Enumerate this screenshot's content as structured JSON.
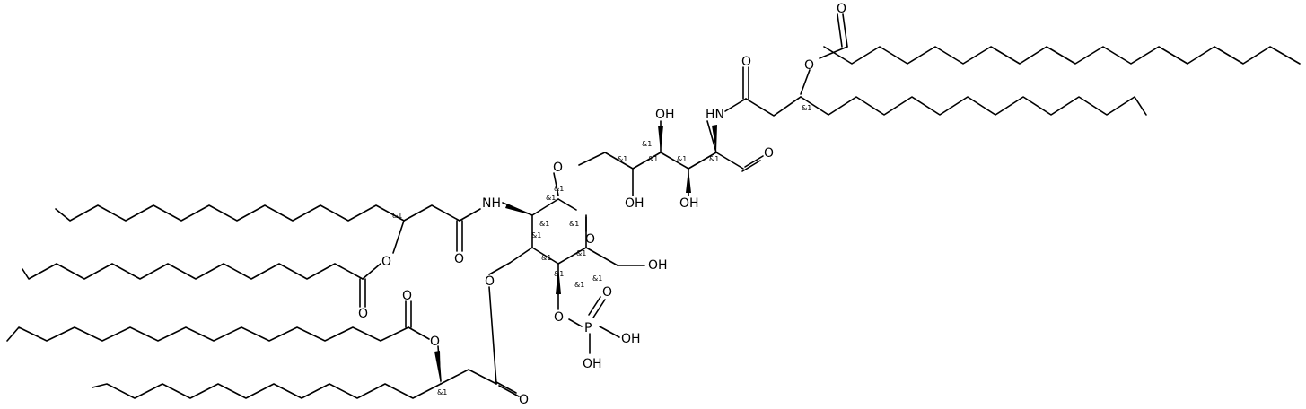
{
  "structure": {
    "atom_labels": {
      "o_ester_top": "O",
      "o_ester_top_link": "O",
      "o_amide_top": "O",
      "nh_top": "HN",
      "oh_top_1": "OH",
      "oh_top_2": "OH",
      "oh_top_3": "OH",
      "o_aldehyde": "O",
      "o_glycoside": "O",
      "nh_left": "NH",
      "o_ring": "O",
      "o_amide_left": "O",
      "o_ester_left_link": "O",
      "o_ester_left_carbonyl": "O",
      "o_ester_bottom_carbonyl": "O",
      "o_ester_bottom_link": "O",
      "o_c3": "O",
      "o_bottom_ketone": "O",
      "oh_ch2": "OH",
      "o_phosphate_link": "O",
      "p_atom": "P",
      "o_phosphoryl": "O",
      "oh_phos_1": "OH",
      "oh_phos_2": "OH"
    },
    "stereo_tag": "&1",
    "stereo_count": 18
  }
}
